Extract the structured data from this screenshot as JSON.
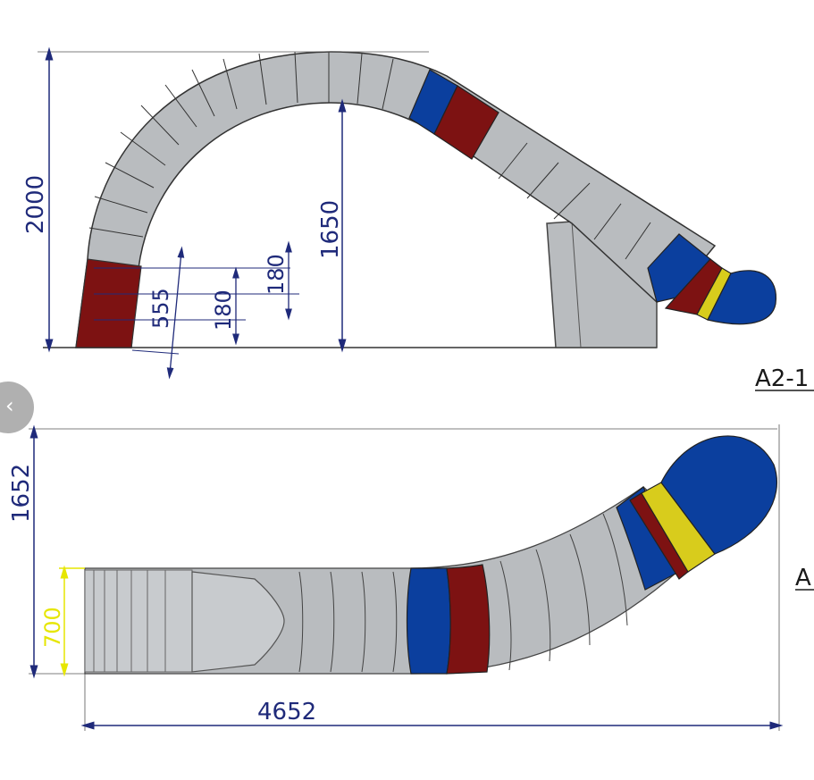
{
  "side_view": {
    "label": "A2-1",
    "dim_height_total": "2000",
    "dim_height_inner": "1650",
    "dim_entry": "555",
    "dim_band_1": "180",
    "dim_band_2": "180"
  },
  "top_view": {
    "label": "A",
    "dim_width": "1652",
    "dim_tube": "700",
    "dim_length": "4652"
  },
  "colors": {
    "gray": "#b9bcbf",
    "blue": "#0b3f9e",
    "red": "#7d1212",
    "yellow": "#d8cc1c",
    "dimension": "#1f2a7a"
  },
  "nav": {
    "prev_icon": "chevron-left-icon"
  }
}
